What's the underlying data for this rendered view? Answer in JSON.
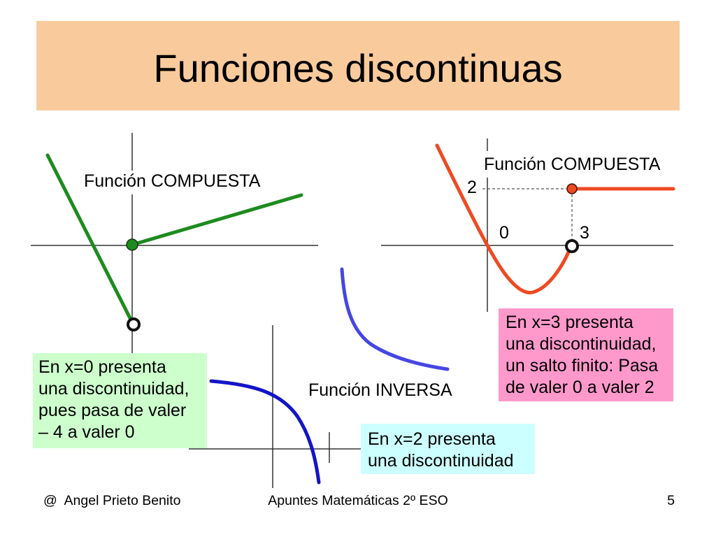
{
  "slide": {
    "title": "Funciones discontinuas"
  },
  "graphs": {
    "left": {
      "label": "Función COMPUESTA"
    },
    "right": {
      "label": "Función COMPUESTA",
      "y_tick_label": "2",
      "origin_label": "0",
      "x_tick_label": "3"
    },
    "inverse": {
      "label": "Función INVERSA"
    }
  },
  "notes": {
    "left": {
      "lines": [
        "En x=0 presenta",
        "una discontinuidad,",
        "pues pasa de valer",
        "– 4 a valer 0"
      ]
    },
    "right": {
      "lines": [
        "En x=3 presenta",
        "una discontinuidad,",
        "un salto finito: Pasa",
        "de valer 0 a valer 2"
      ]
    },
    "inverse": {
      "lines": [
        "En x=2 presenta",
        "una discontinuidad"
      ]
    }
  },
  "footer": {
    "author": "@  Angel Prieto Benito",
    "course": "Apuntes Matemáticas 2º ESO",
    "page_number": "5"
  },
  "colors": {
    "title_banner": "#F9CB9C",
    "note_left": "#CCFFCC",
    "note_right": "#FF99CC",
    "note_inverse": "#CCFFFF",
    "compound_green": "#1E8B1E",
    "compound_red": "#EE4A22",
    "inverse_blue_dark": "#1414C8",
    "inverse_blue_light": "#4646E4"
  }
}
